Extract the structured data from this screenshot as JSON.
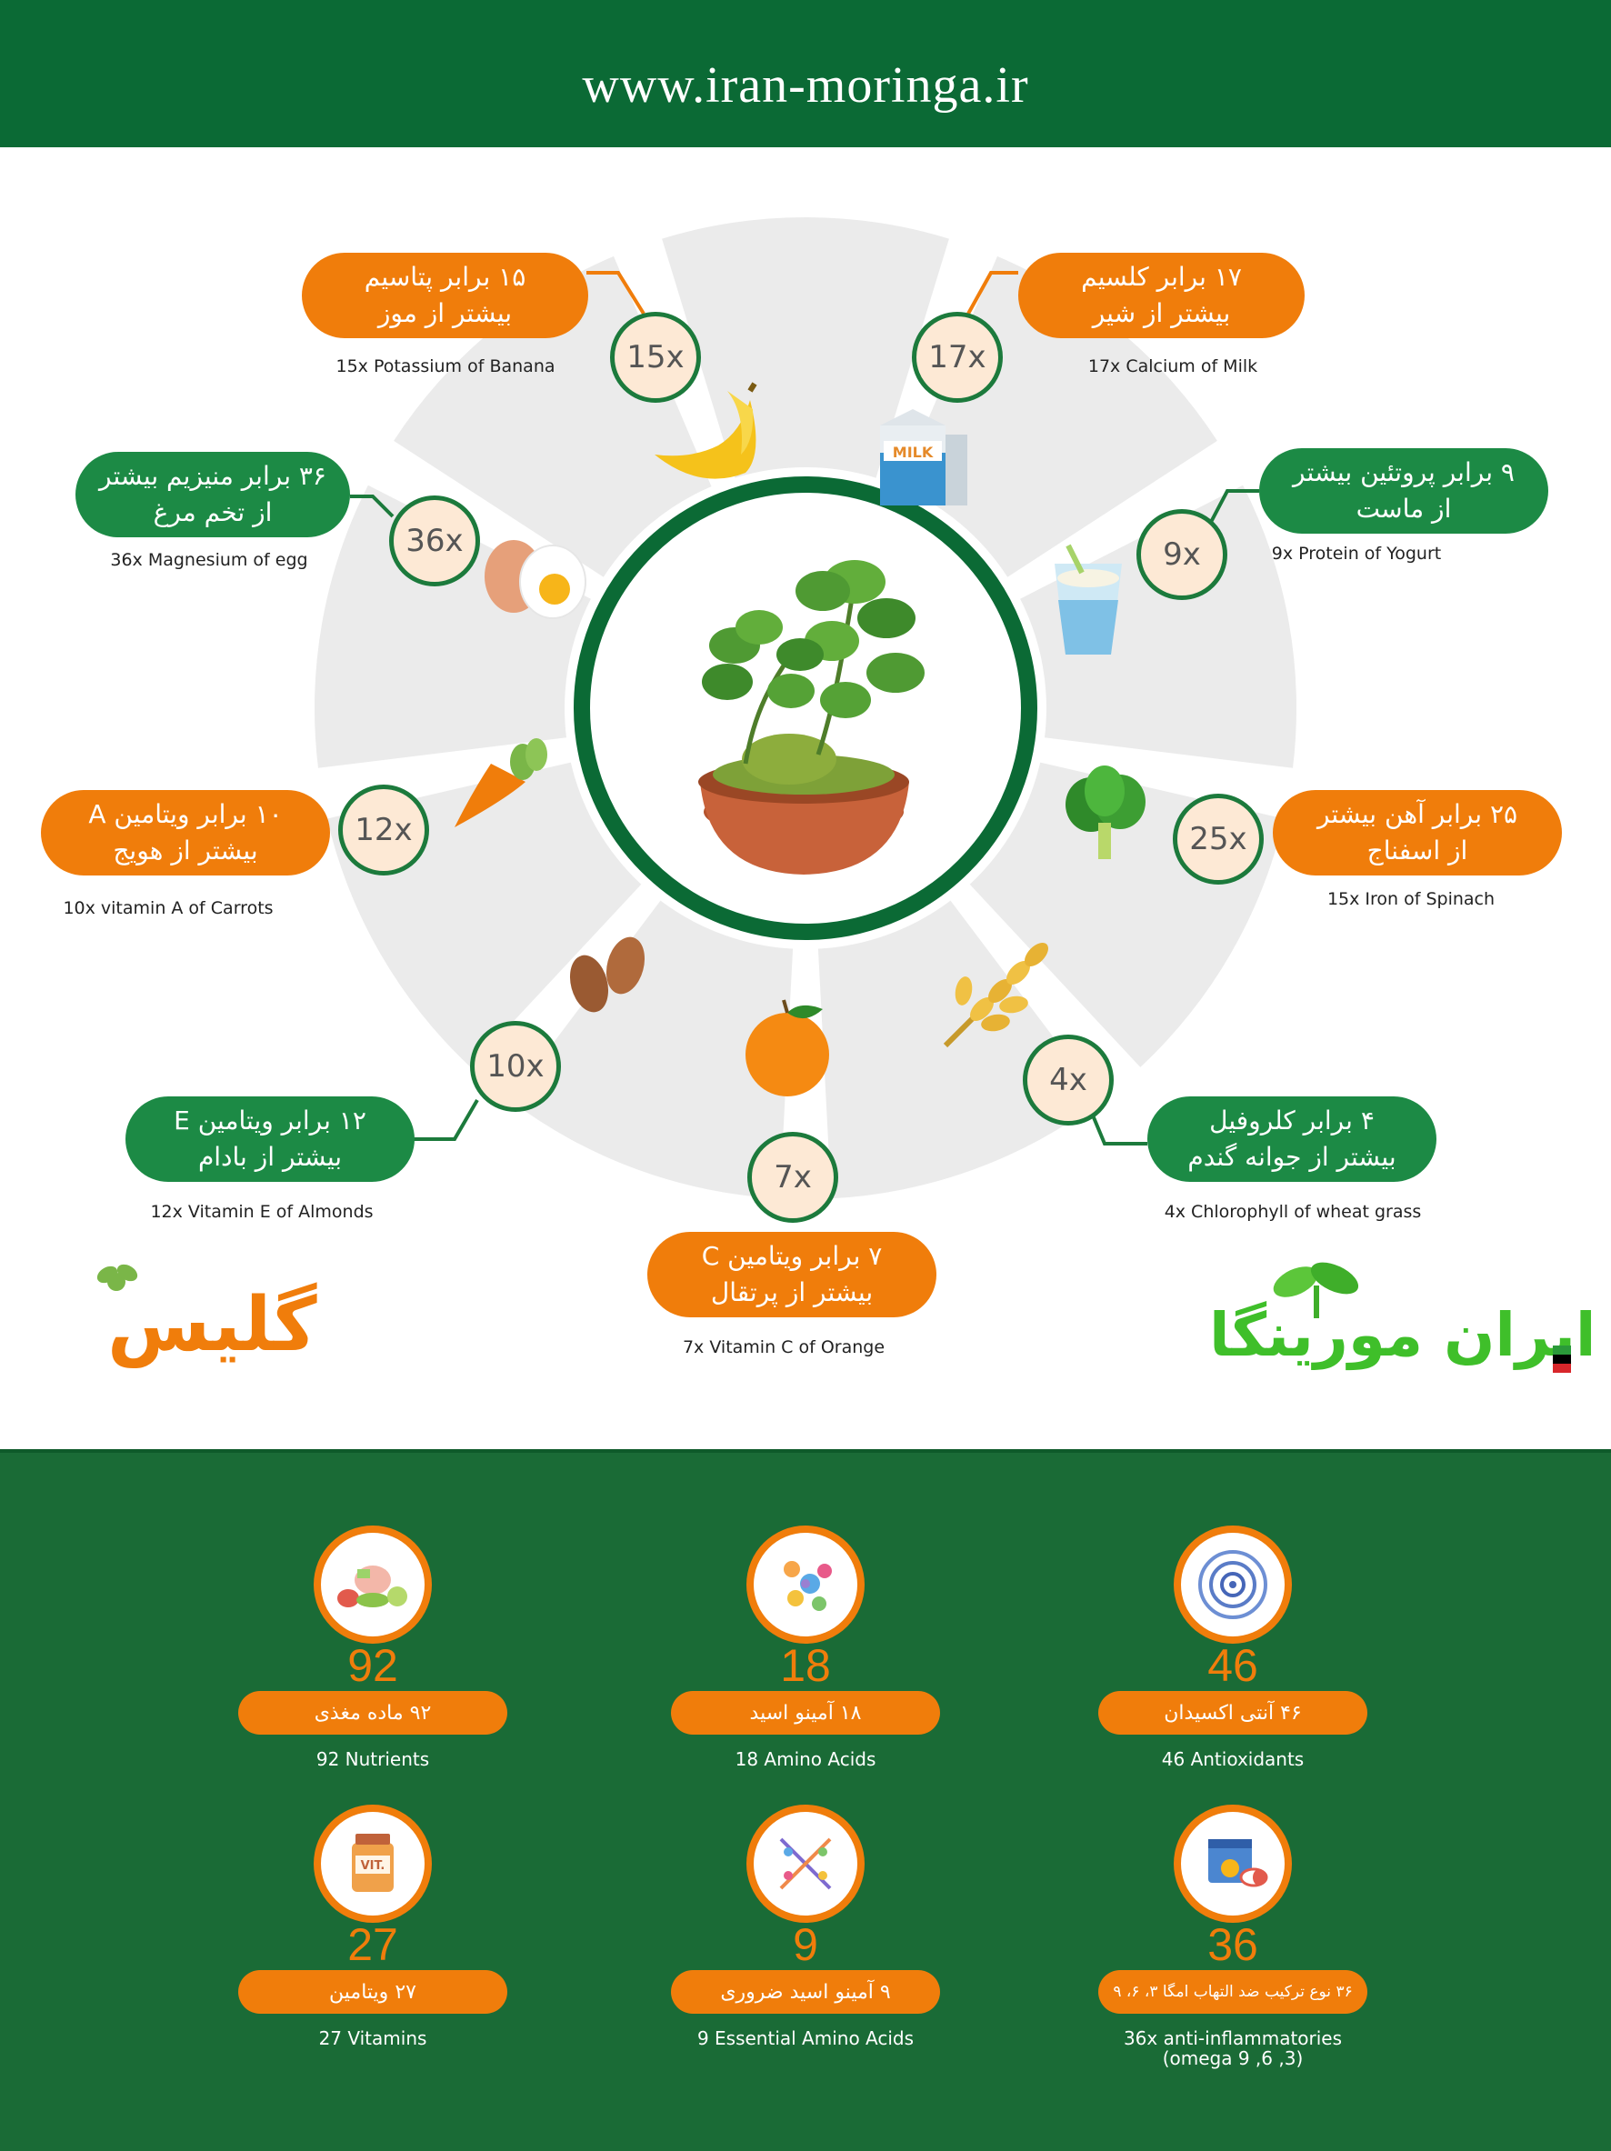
{
  "header": {
    "url": "www.iran-moringa.ir"
  },
  "colors": {
    "green": "#0b6a35",
    "orange": "#f07d0b",
    "light_green": "#1c8a45"
  },
  "facts": [
    {
      "mult": "15x",
      "fa1": "۱۵ برابر پتاسیم",
      "fa2": "بیشتر از موز",
      "en": "15x Potassium of Banana",
      "icon": "banana-icon"
    },
    {
      "mult": "17x",
      "fa1": "۱۷ برابر کلسیم",
      "fa2": "بیشتر از شیر",
      "en": "17x Calcium of Milk",
      "icon": "milk-icon",
      "icon_text": "MILK"
    },
    {
      "mult": "9x",
      "fa1": "۹ برابر پروتئین بیشتر",
      "fa2": "از ماست",
      "en": "9x Protein of Yogurt",
      "icon": "yogurt-icon"
    },
    {
      "mult": "25x",
      "fa1": "۲۵ برابر آهن بیشتر",
      "fa2": "از اسفناج",
      "en": "15x Iron of Spinach",
      "icon": "spinach-icon"
    },
    {
      "mult": "4x",
      "fa1": "۴ برابر کلروفیل",
      "fa2": "بیشتر از جوانه گندم",
      "en": "4x Chlorophyll of wheat grass",
      "icon": "wheat-icon"
    },
    {
      "mult": "7x",
      "fa1": "۷ برابر ویتامین C",
      "fa2": "بیشتر از پرتقال",
      "en": "7x Vitamin C of Orange",
      "icon": "orange-icon"
    },
    {
      "mult": "10x",
      "fa1": "۱۲ برابر ویتامین E",
      "fa2": "بیشتر از بادام",
      "en": "12x Vitamin E of Almonds",
      "icon": "almond-icon"
    },
    {
      "mult": "12x",
      "fa1": "۱۰ برابر ویتامین A",
      "fa2": "بیشتر از هویج",
      "en": "10x vitamin A of Carrots",
      "icon": "carrot-icon"
    },
    {
      "mult": "36x",
      "fa1": "۳۶ برابر منیزیم بیشتر",
      "fa2": "از تخم مرغ",
      "en": "36x Magnesium of egg",
      "icon": "egg-icon"
    }
  ],
  "logos": {
    "left": "گلیس",
    "right": "ایران مورینگا"
  },
  "stats": [
    {
      "num": "92",
      "fa": "۹۲ ماده مغذی",
      "en": "92 Nutrients",
      "icon": "nutrients-icon"
    },
    {
      "num": "18",
      "fa": "۱۸ آمینو اسید",
      "en": "18 Amino Acids",
      "icon": "molecule-icon"
    },
    {
      "num": "46",
      "fa": "۴۶ آنتی اکسیدان",
      "en": "46 Antioxidants",
      "icon": "atom-icon"
    },
    {
      "num": "27",
      "fa": "۲۷ ویتامین",
      "en": "27 Vitamins",
      "icon": "vitamin-jar-icon",
      "icon_text": "VIT."
    },
    {
      "num": "9",
      "fa": "۹ آمینو اسید ضروری",
      "en": "9 Essential Amino Acids",
      "icon": "dna-icon"
    },
    {
      "num": "36",
      "fa": "۳۶ نوع ترکیب ضد التهاب امگا ۳، ۶، ۹",
      "en": "36x anti-inflammatories",
      "en2": "(omega 9 ,6 ,3)",
      "icon": "pills-icon"
    }
  ]
}
